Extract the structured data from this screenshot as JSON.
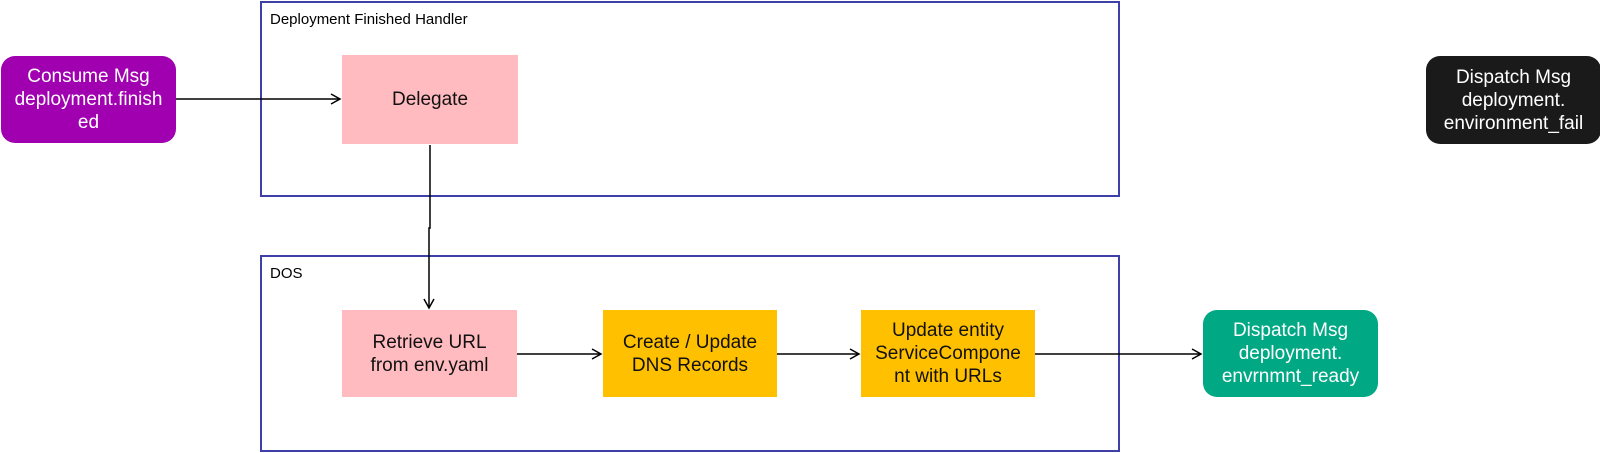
{
  "containers": {
    "handler": {
      "label": "Deployment Finished Handler"
    },
    "dos": {
      "label": "DOS"
    }
  },
  "nodes": {
    "consume": {
      "label": "Consume Msg\ndeployment.finish\ned",
      "color": "#a000b0"
    },
    "delegate": {
      "label": "Delegate",
      "color": "#ffbbbf"
    },
    "dispatch_fail": {
      "label": "Dispatch Msg\ndeployment.\nenvironment_fail",
      "color": "#1a1a1a"
    },
    "retrieve": {
      "label": "Retrieve URL\nfrom env.yaml",
      "color": "#ffbbbf"
    },
    "dns": {
      "label": "Create / Update\nDNS Records",
      "color": "#ffc000"
    },
    "update_entity": {
      "label": "Update entity\nServiceCompone\nnt with URLs",
      "color": "#ffc000"
    },
    "dispatch_ready": {
      "label": "Dispatch Msg\ndeployment.\nenvrnmnt_ready",
      "color": "#00a884"
    }
  }
}
